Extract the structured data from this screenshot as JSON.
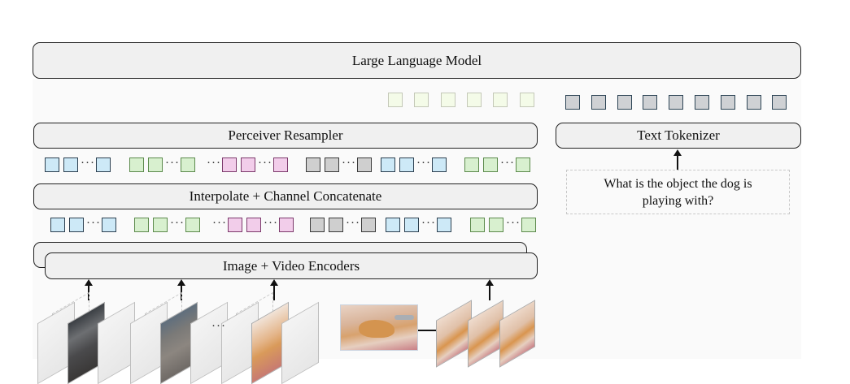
{
  "diagram": {
    "llm_label": "Large Language Model",
    "perceiver_label": "Perceiver Resampler",
    "interpolate_label": "Interpolate + Channel Concatenate",
    "encoders_label": "Image + Video Encoders",
    "text_tokenizer_label": "Text Tokenizer",
    "question_text": "What is the object the dog is playing with?",
    "ellipsis": "···",
    "colors": {
      "blue_fill": "#cde9f7",
      "blue_border": "#2c4050",
      "green_fill": "#d8f0cf",
      "green_border": "#5c8a4c",
      "pink_fill": "#f2cdea",
      "pink_border": "#7c3a6c",
      "gray_fill": "#cfcfcf",
      "gray_border": "#3a3a3a",
      "visual_out_fill": "#f4fbe8",
      "visual_out_border": "#c4c8b8",
      "text_tok_fill": "#cfd1d4",
      "text_tok_border": "#2e4556",
      "block_fill": "#f0f0f0",
      "block_border": "#222222"
    },
    "visual_output_tokens": 6,
    "text_tokens": 9,
    "token_groups_row1": [
      "blue",
      "green",
      "pink",
      "gray",
      "blue",
      "green"
    ],
    "token_groups_row2": [
      "blue",
      "green",
      "pink",
      "gray",
      "blue",
      "green"
    ],
    "video_frame_ellipsis": "···"
  }
}
